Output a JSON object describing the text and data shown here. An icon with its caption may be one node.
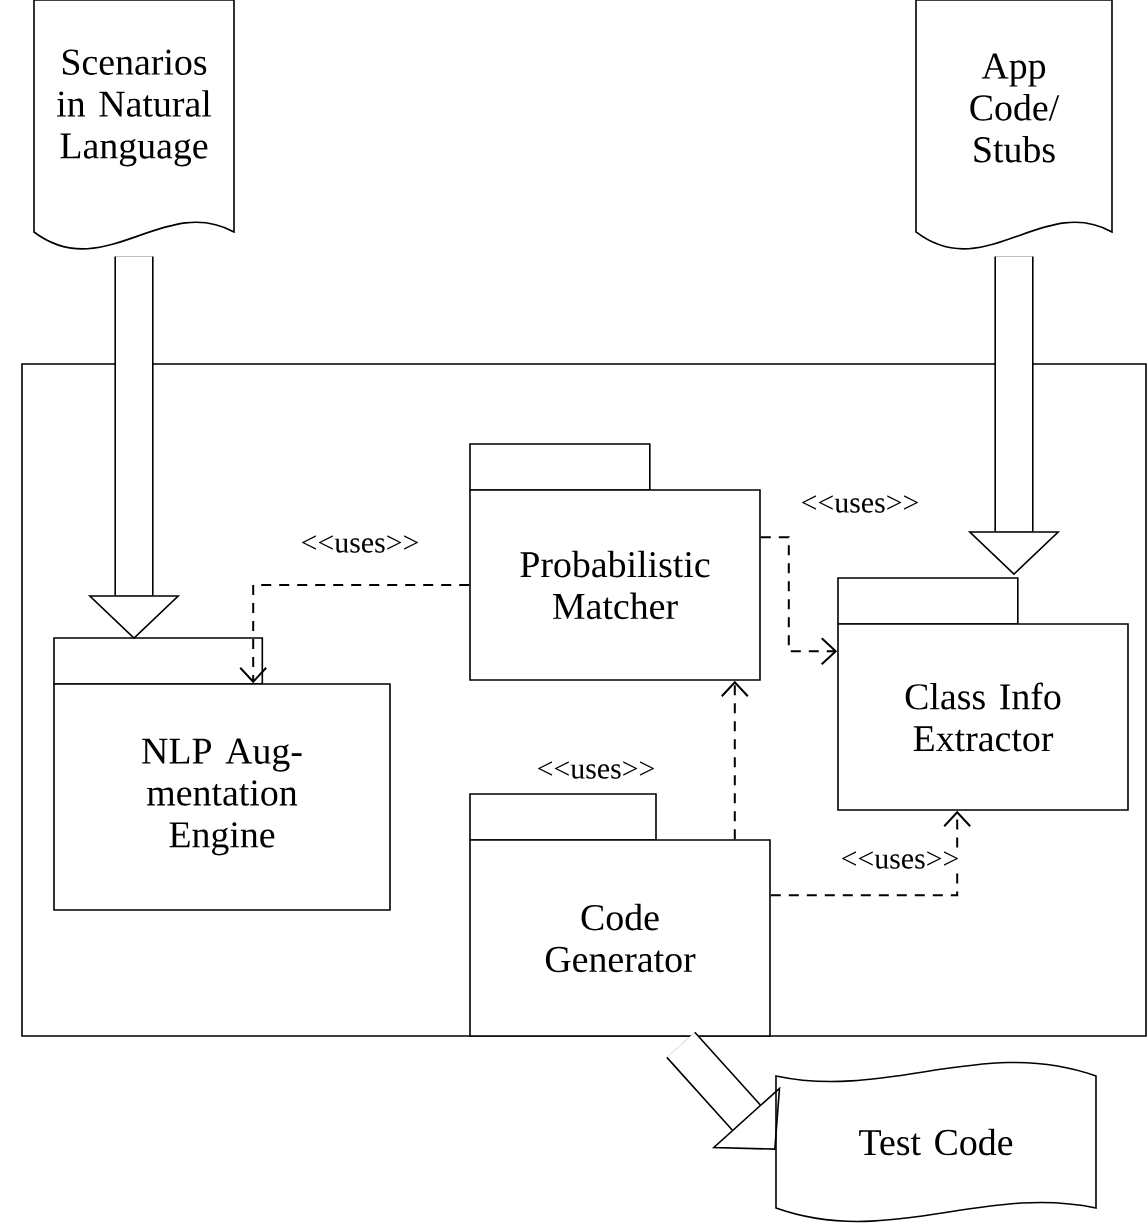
{
  "diagram": {
    "nodes": [
      {
        "text": [
          "Scenarios in Natural Language"
        ]
      },
      {
        "text": [
          "App Code/ Stubs"
        ]
      },
      {
        "text": [],
        "shape": "box"
      },
      {
        "text": [
          "Probabilistic Matcher"
        ],
        "in": 2
      },
      {
        "text": [
          "NLP Aug-mentation Engine"
        ],
        "in": 2
      },
      {
        "text": [
          "Class Info Extractor"
        ],
        "in": 2
      },
      {
        "text": [
          "Code Generator"
        ],
        "in": 2
      },
      {
        "text": [
          "Test Code"
        ]
      }
    ],
    "edges": [
      {
        "from": 0,
        "to": 4,
        "arrow": "to",
        "style": "thick"
      },
      {
        "from": 1,
        "to": 5,
        "arrow": "to",
        "style": "thick"
      },
      {
        "from": 3,
        "to": 4,
        "arrow": "to",
        "label": "<<uses>>",
        "style": "dashed"
      },
      {
        "from": 3,
        "to": 5,
        "arrow": "to",
        "label": "<<uses>>",
        "style": "dashed"
      },
      {
        "from": 6,
        "to": 3,
        "arrow": "to",
        "label": "<<uses>>",
        "style": "dashed"
      },
      {
        "from": 6,
        "to": 5,
        "arrow": "to",
        "label": "<<uses>>",
        "style": "dashed"
      },
      {
        "from": 6,
        "to": 7,
        "arrow": "to",
        "style": "thick"
      }
    ]
  }
}
